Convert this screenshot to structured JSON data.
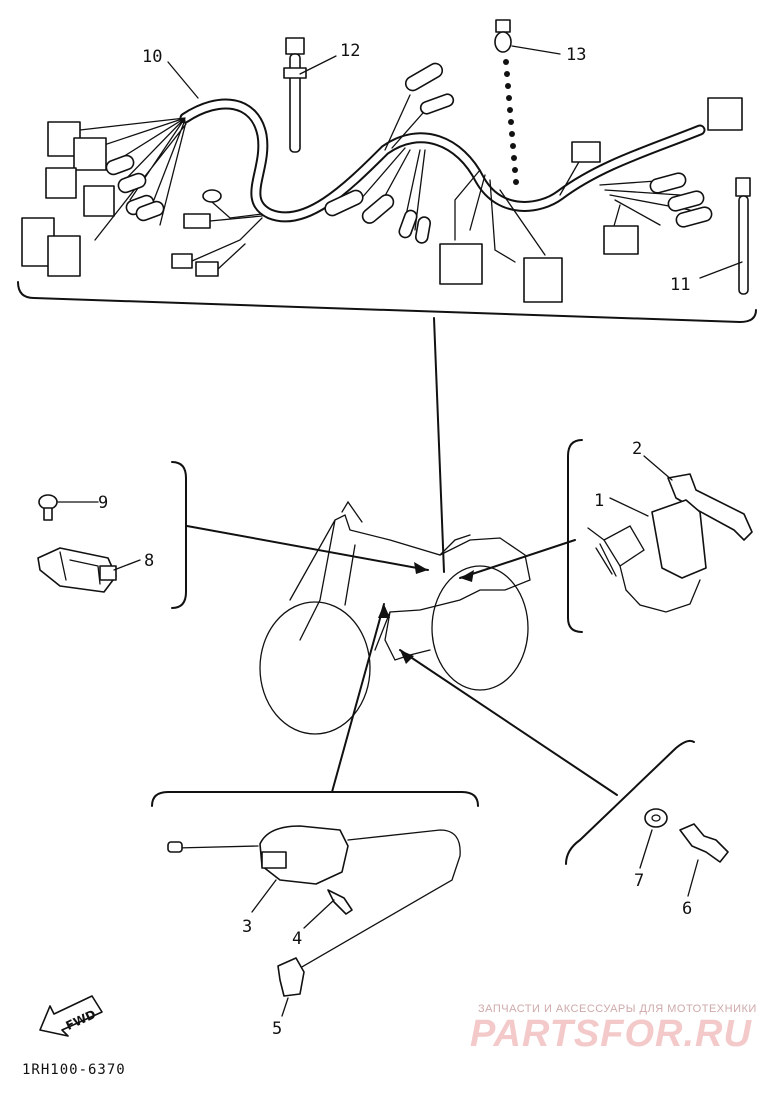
{
  "diagram": {
    "drawing_code": "1RH100-6370",
    "fwd_arrow_text": "FWD",
    "callouts": [
      {
        "id": "1",
        "label": "1"
      },
      {
        "id": "2",
        "label": "2"
      },
      {
        "id": "3",
        "label": "3"
      },
      {
        "id": "4",
        "label": "4"
      },
      {
        "id": "5",
        "label": "5"
      },
      {
        "id": "6",
        "label": "6"
      },
      {
        "id": "7",
        "label": "7"
      },
      {
        "id": "8",
        "label": "8"
      },
      {
        "id": "9",
        "label": "9"
      },
      {
        "id": "10",
        "label": "10"
      },
      {
        "id": "11",
        "label": "11"
      },
      {
        "id": "12",
        "label": "12"
      },
      {
        "id": "13",
        "label": "13"
      }
    ]
  },
  "watermark": {
    "caption": "ЗАПЧАСТИ И АКСЕССУАРЫ ДЛЯ МОТОТЕХНИКИ",
    "brand": "PARTSFOR.RU"
  }
}
